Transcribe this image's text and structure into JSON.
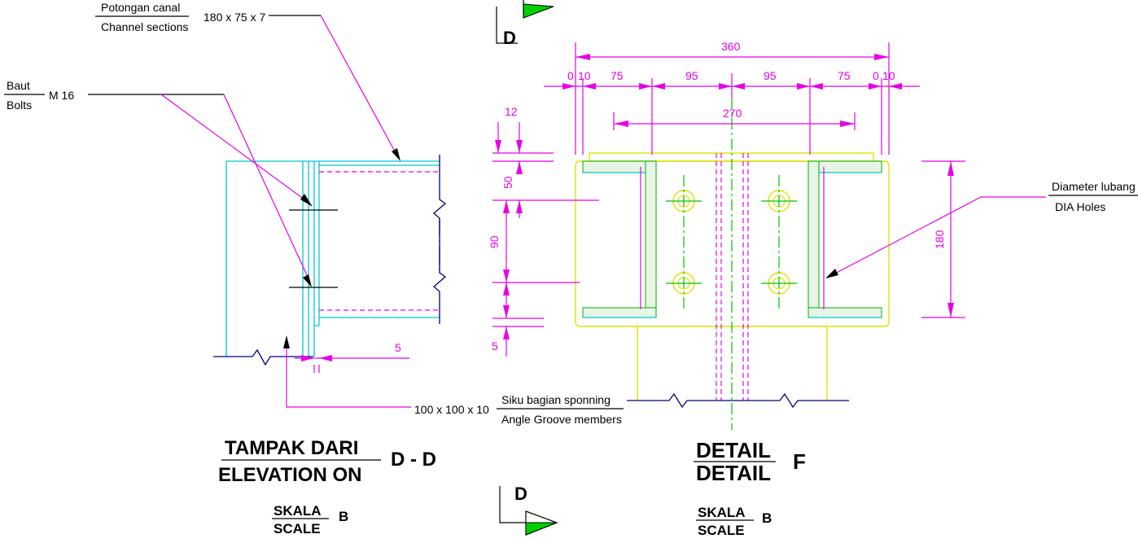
{
  "labels": {
    "channel_id": "Potongan canal",
    "channel_en": "Channel sections",
    "channel_size": "180 x 75 x 7",
    "bolt_id": "Baut",
    "bolt_en": "Bolts",
    "bolt_size": "M 16",
    "angle_size": "100 x 100 x 10",
    "angle_id": "Siku bagian sponning",
    "angle_en": "Angle Groove members",
    "hole_id": "Diameter lubang",
    "hole_en": "DIA Holes"
  },
  "dimensions": {
    "overall": "360",
    "seg_left_a": "0",
    "seg_left_b": "10",
    "seg_75_left": "75",
    "seg_95_left": "95",
    "seg_95_right": "95",
    "seg_75_right": "75",
    "seg_right_a": "0",
    "seg_right_b": "10",
    "bolt_spacing": "270",
    "flange_12": "12",
    "v_50": "50",
    "v_90": "90",
    "v_5": "5",
    "h_5": "5",
    "height_180": "180"
  },
  "titles": {
    "elev_line1": "TAMPAK DARI",
    "elev_line2": "ELEVATION ON",
    "elev_ref": "D - D",
    "detail_line1": "DETAIL",
    "detail_line2": "DETAIL",
    "detail_ref": "F",
    "scale_id": "SKALA",
    "scale_en": "SCALE",
    "scale_val": "B",
    "detail_scale_id": "SKALA",
    "detail_scale_en": "SCALE",
    "detail_scale_val": "B"
  },
  "section_marker": {
    "letter_top": "D",
    "letter_bottom": "D"
  },
  "colors": {
    "dimension": "#e600e6",
    "steel_outline": "#00c8c8",
    "plate": "#e0e000",
    "centerline": "#00c000",
    "break_line": "#000080",
    "marker_fill": "#00d000"
  }
}
